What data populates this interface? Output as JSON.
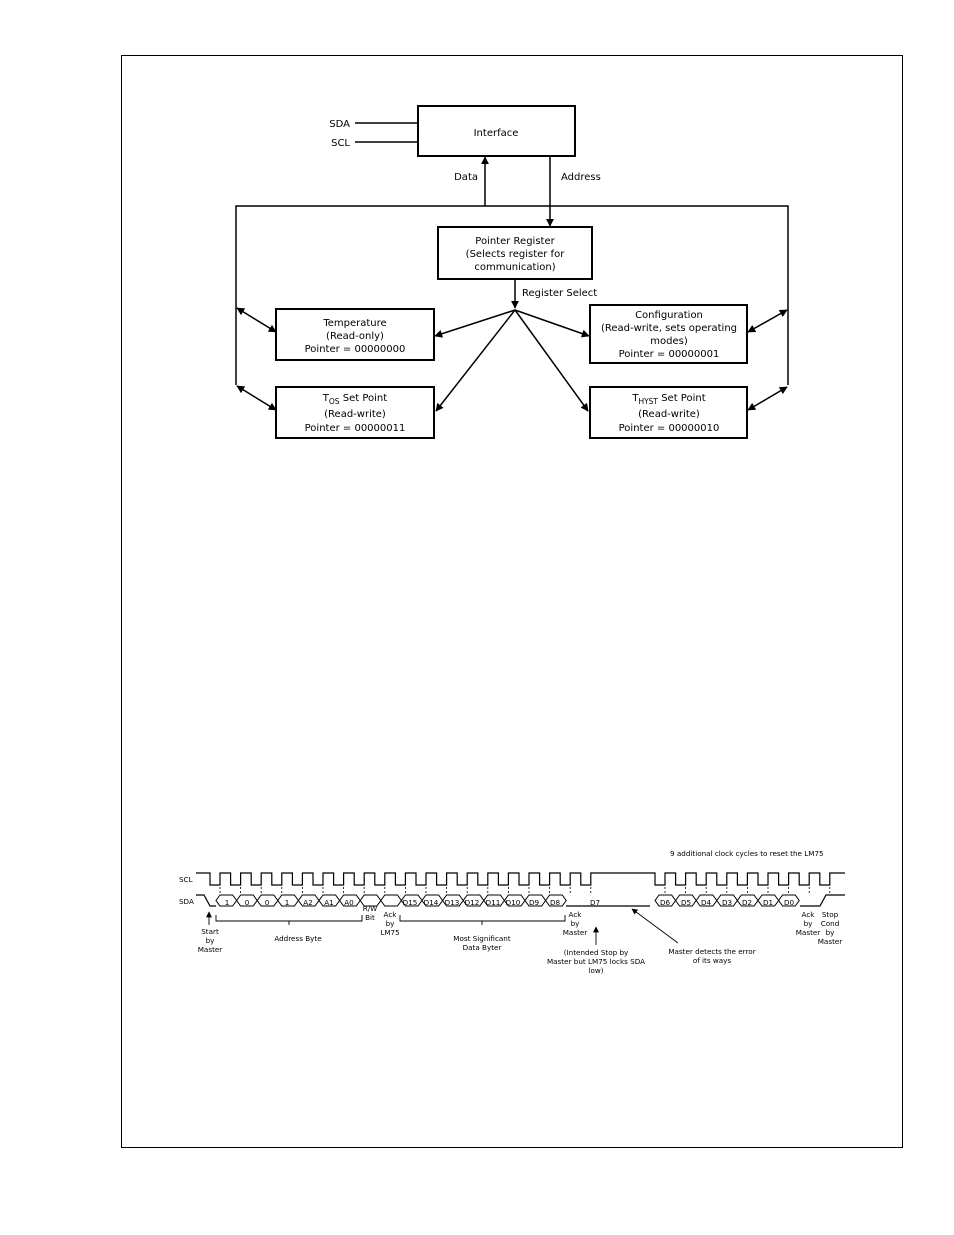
{
  "block_diagram": {
    "signals": {
      "sda": "SDA",
      "scl": "SCL"
    },
    "interface": "Interface",
    "data": "Data",
    "address": "Address",
    "pointer_register": [
      "Pointer Register",
      "(Selects register for",
      "communication)"
    ],
    "register_select": "Register Select",
    "temperature": [
      "Temperature",
      "(Read-only)",
      "Pointer = 00000000"
    ],
    "configuration": [
      "Configuration",
      "(Read-write, sets operating",
      "modes)",
      "Pointer = 00000001"
    ],
    "tos": {
      "main": "T",
      "sub": "OS",
      "rest": " Set Point",
      "lines": [
        "(Read-write)",
        "Pointer = 00000011"
      ]
    },
    "thyst": {
      "main": "T",
      "sub": "HYST",
      "rest": " Set Point",
      "lines": [
        "(Read-write)",
        "Pointer = 00000010"
      ]
    }
  },
  "timing_diagram": {
    "note": "9 additional clock cycles to reset the LM75",
    "scl": "SCL",
    "sda": "SDA",
    "address_bits": [
      "1",
      "0",
      "0",
      "1",
      "A2",
      "A1",
      "A0"
    ],
    "data_bits": [
      "D15",
      "D14",
      "D13",
      "D12",
      "D11",
      "D10",
      "D9",
      "D8"
    ],
    "d7": "D7",
    "low_bits": [
      "D6",
      "D5",
      "D4",
      "D3",
      "D2",
      "D1",
      "D0"
    ],
    "start_by_master": [
      "Start",
      "by",
      "Master"
    ],
    "address_byte": "Address Byte",
    "rw_bit": [
      "R/W",
      "Bit"
    ],
    "ack_by_lm75": [
      "Ack",
      "by",
      "LM75"
    ],
    "msb_label": [
      "Most Significant",
      "Data Byter"
    ],
    "ack_by_master": [
      "Ack",
      "by",
      "Master"
    ],
    "intended_stop": [
      "(Intended Stop by",
      "Master but LM75 locks SDA",
      "low)"
    ],
    "master_detects": [
      "Master detects the error",
      "of its ways"
    ],
    "ack_by_master_2": [
      "Ack",
      "by",
      "Master"
    ],
    "stop_cond": [
      "Stop",
      "Cond",
      "by",
      "Master"
    ]
  }
}
